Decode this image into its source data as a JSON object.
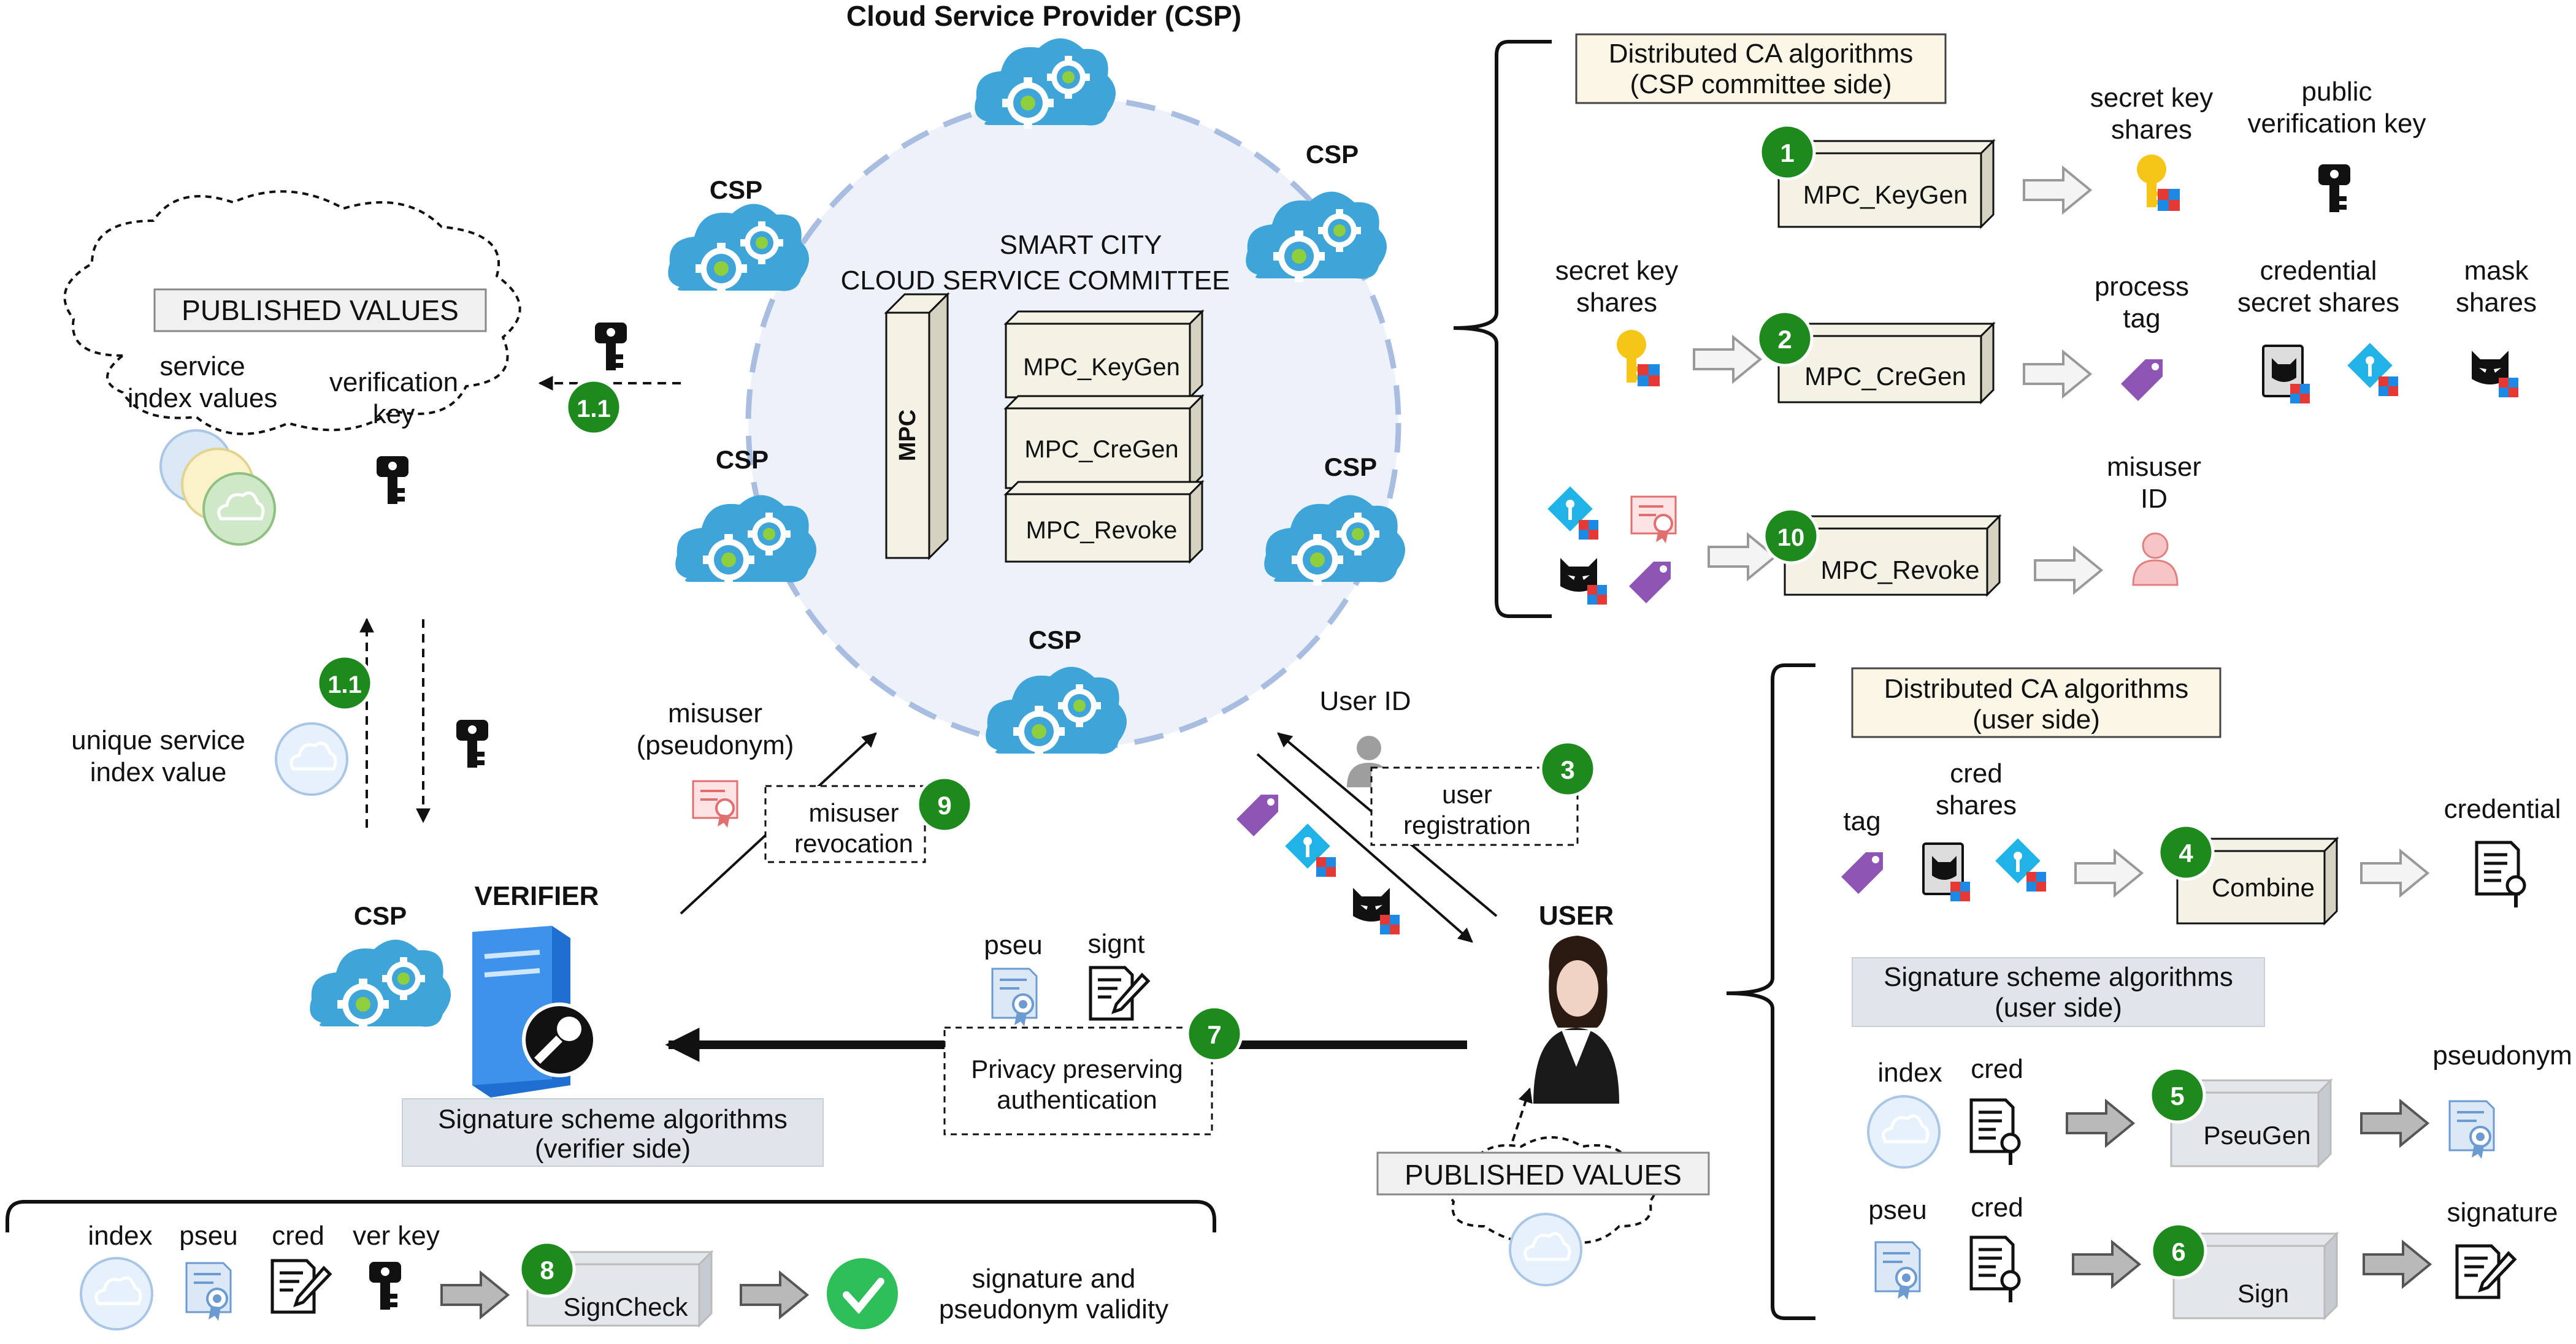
{
  "csp_title": "Cloud Service Provider (CSP)",
  "csp_label": "CSP",
  "committee": {
    "line1": "SMART CITY",
    "line2": "CLOUD SERVICE COMMITTEE",
    "mpc": "MPC",
    "algs": [
      "MPC_KeyGen",
      "MPC_CreGen",
      "MPC_Revoke"
    ]
  },
  "published": {
    "title": "PUBLISHED VALUES",
    "service_index": "service\nindex values",
    "verification_key": "verification\nkey"
  },
  "left_flow": {
    "step": "1.1",
    "unique_index": "unique service\nindex value"
  },
  "verifier": {
    "csp": "CSP",
    "title": "VERIFIER",
    "alg_box": "Signature scheme algorithms\n(verifier side)"
  },
  "verifier_algo": {
    "index": "index",
    "pseu": "pseu",
    "cred": "cred",
    "ver_key": "ver key",
    "step": "8",
    "box": "SignCheck",
    "result": "signature and\npseudonym validity"
  },
  "misuser": {
    "label": "misuser\n(pseudonym)",
    "revocation": "misuser\nrevocation",
    "step": "9"
  },
  "auth": {
    "pseu": "pseu",
    "signt": "signt",
    "step": "7",
    "label": "Privacy preserving\nauthentication"
  },
  "registration": {
    "user_id": "User ID",
    "label": "user\nregistration",
    "step": "3"
  },
  "user": {
    "title": "USER",
    "published": "PUBLISHED VALUES"
  },
  "ca_csp": {
    "title": "Distributed CA algorithms\n(CSP committee side)",
    "r1": {
      "step": "1",
      "box": "MPC_KeyGen",
      "out1": "secret key\nshares",
      "out2": "public\nverification key"
    },
    "r2": {
      "in": "secret key\nshares",
      "step": "2",
      "box": "MPC_CreGen",
      "out1": "process\ntag",
      "out2": "credential\nsecret shares",
      "out3": "mask\nshares"
    },
    "r3": {
      "step": "10",
      "box": "MPC_Revoke",
      "out": "misuser\nID"
    }
  },
  "ca_user": {
    "title": "Distributed CA algorithms\n(user side)",
    "tag": "tag",
    "cred_shares": "cred\nshares",
    "step": "4",
    "box": "Combine",
    "out": "credential"
  },
  "sig_user": {
    "title": "Signature scheme algorithms\n(user side)",
    "r5": {
      "in1": "index",
      "in2": "cred",
      "step": "5",
      "box": "PseuGen",
      "out": "pseudonym"
    },
    "r6": {
      "in1": "pseu",
      "in2": "cred",
      "step": "6",
      "box": "Sign",
      "out": "signature"
    }
  },
  "colors": {
    "cloud": "#3fa5d8",
    "gear": "#8fce3c",
    "badge": "#1e8a1e",
    "tag": "#8e55b5",
    "keyY": "#f5c518",
    "keyC": "#1fb3e8",
    "note": "#fbf6e6",
    "gray": "#dfe5ea"
  }
}
